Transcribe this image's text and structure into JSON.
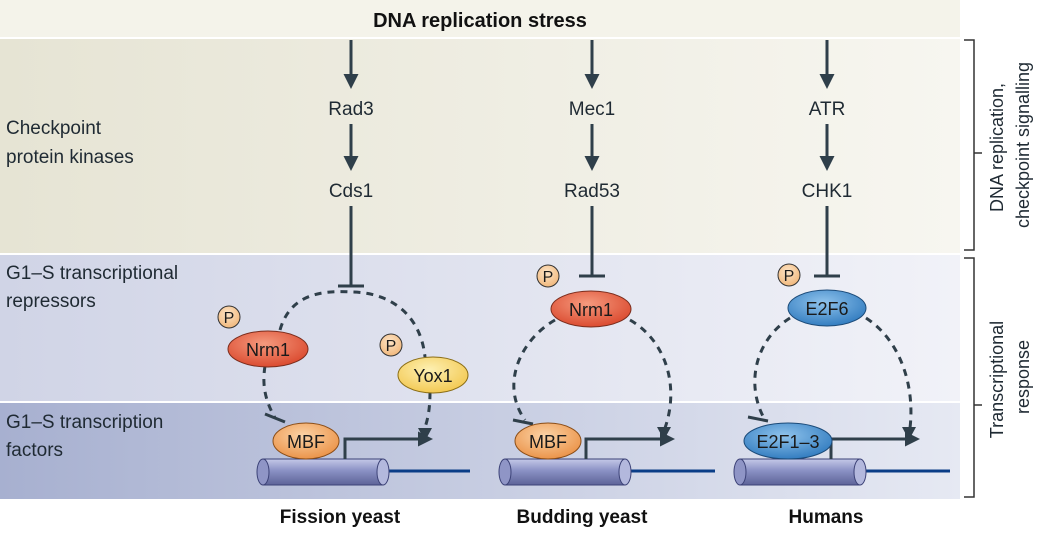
{
  "title": "DNA replication stress",
  "rows": {
    "kinases_label": [
      "Checkpoint",
      "protein kinases"
    ],
    "repressors_label": [
      "G1–S transcriptional",
      "repressors"
    ],
    "factors_label": [
      "G1–S transcription",
      "factors"
    ]
  },
  "side_labels": {
    "checkpoint": [
      "DNA replication,",
      "checkpoint signalling"
    ],
    "transcriptional": [
      "Transcriptional",
      "response"
    ]
  },
  "columns": {
    "fission": {
      "kinase1": "Rad3",
      "kinase2": "Cds1",
      "repressor_a": "Nrm1",
      "repressor_b": "Yox1",
      "factor": "MBF",
      "organism": "Fission yeast"
    },
    "budding": {
      "kinase1": "Mec1",
      "kinase2": "Rad53",
      "repressor": "Nrm1",
      "factor": "MBF",
      "organism": "Budding yeast"
    },
    "humans": {
      "kinase1": "ATR",
      "kinase2": "CHK1",
      "repressor": "E2F6",
      "factor": "E2F1–3",
      "organism": "Humans"
    }
  },
  "phospho_label": "P",
  "colors": {
    "top_band": "#efeee4",
    "mid_band": "#dfe1ee",
    "bottom_band": "#bcc3db",
    "arrow": "#2f3f4a",
    "nrm1": "#e0583a",
    "yox1": "#f7d66a",
    "mbf": "#f0a45e",
    "e2f": "#3d88c8",
    "phospho": "#f3c08a",
    "dna": "#0a3d87",
    "cylinder": "#7a82b8"
  }
}
